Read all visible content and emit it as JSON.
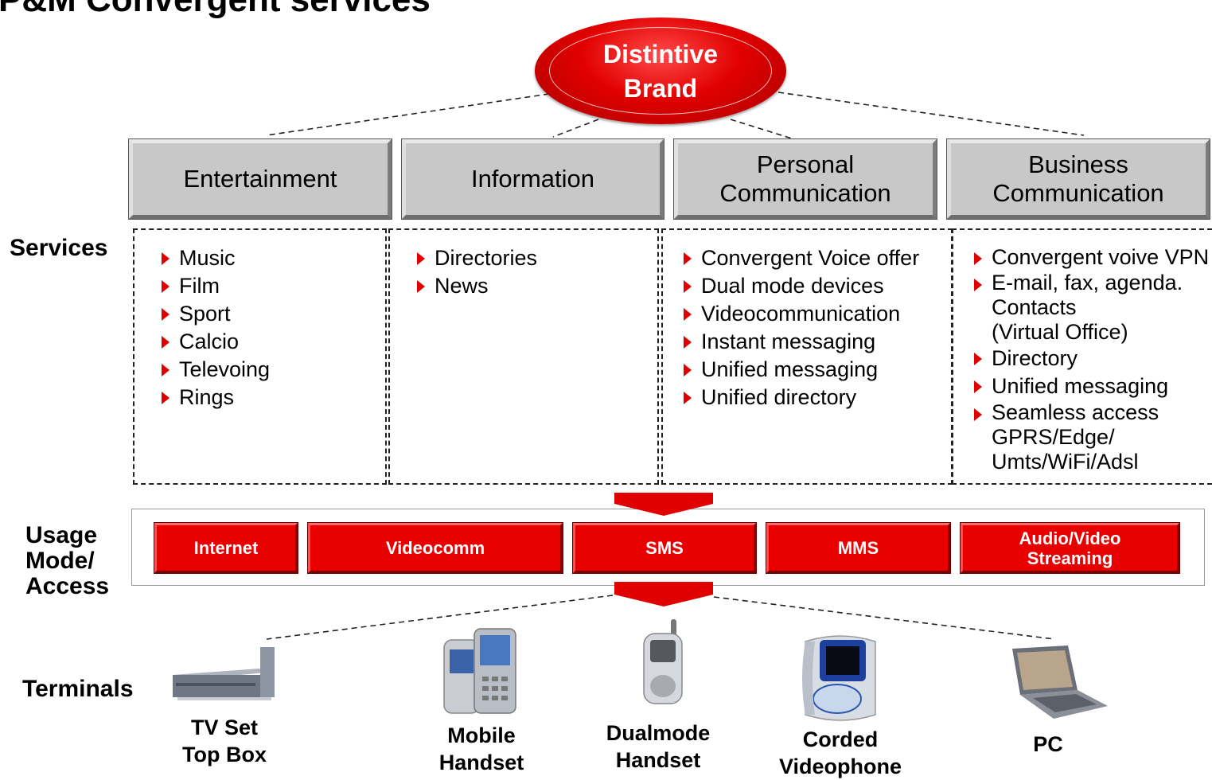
{
  "page": {
    "title": "P&M Convergent services"
  },
  "brand": {
    "label": "Distintive\nBrand"
  },
  "categories": [
    {
      "label": "Entertainment"
    },
    {
      "label": "Information"
    },
    {
      "label": "Personal\nCommunication"
    },
    {
      "label": "Business\nCommunication"
    }
  ],
  "row_labels": {
    "services": "Services",
    "usage": "Usage\nMode/\nAccess",
    "terminals": "Terminals"
  },
  "services": [
    {
      "items": [
        "Music",
        "Film",
        "Sport",
        "Calcio",
        "Televoing",
        "Rings"
      ]
    },
    {
      "items": [
        "Directories",
        "News"
      ]
    },
    {
      "items": [
        "Convergent Voice offer",
        "Dual mode devices",
        "Videocommunication",
        "Instant messaging",
        "Unified messaging",
        "Unified directory"
      ]
    },
    {
      "items": [
        "Convergent voive VPN",
        "E-mail, fax, agenda.\nContacts\n(Virtual Office)",
        "Directory",
        "Unified messaging",
        "Seamless access\nGPRS/Edge/\nUmts/WiFi/Adsl"
      ]
    }
  ],
  "usage_modes": [
    {
      "label": "Internet"
    },
    {
      "label": "Videocomm"
    },
    {
      "label": "SMS"
    },
    {
      "label": "MMS"
    },
    {
      "label": "Audio/Video\nStreaming"
    }
  ],
  "terminals": [
    {
      "label": "TV Set\nTop Box",
      "icon": "set-top-box-icon"
    },
    {
      "label": "Mobile\nHandset",
      "icon": "mobile-handset-icon"
    },
    {
      "label": "Dualmode\nHandset",
      "icon": "dualmode-handset-icon"
    },
    {
      "label": "Corded\nVideophone",
      "icon": "videophone-icon"
    },
    {
      "label": "PC",
      "icon": "laptop-icon"
    }
  ],
  "colors": {
    "accent": "#e00000",
    "box_gray": "#c8c8c8",
    "bullet": "#e00000"
  }
}
